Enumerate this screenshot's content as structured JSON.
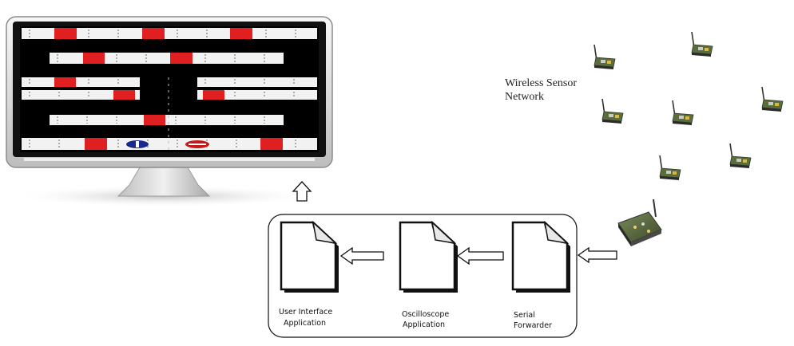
{
  "network": {
    "label_line1": "Wireless Sensor",
    "label_line2": "Network"
  },
  "pipeline": {
    "nodes": [
      {
        "line1": "User Interface",
        "line2": "Application"
      },
      {
        "line1": "Oscilloscope",
        "line2": "Application"
      },
      {
        "line1": "Serial",
        "line2": "Forwarder"
      }
    ]
  },
  "icons": {
    "monitor": "monitor-icon",
    "document": "document-icon",
    "sensor": "sensor-node-icon",
    "base_station": "base-station-icon",
    "arrow": "arrow-icon"
  },
  "colors": {
    "road": "#000000",
    "lane": "#f2f2f2",
    "car": "#e02020",
    "bezel": "#d9d9d9",
    "frame": "#111111"
  }
}
